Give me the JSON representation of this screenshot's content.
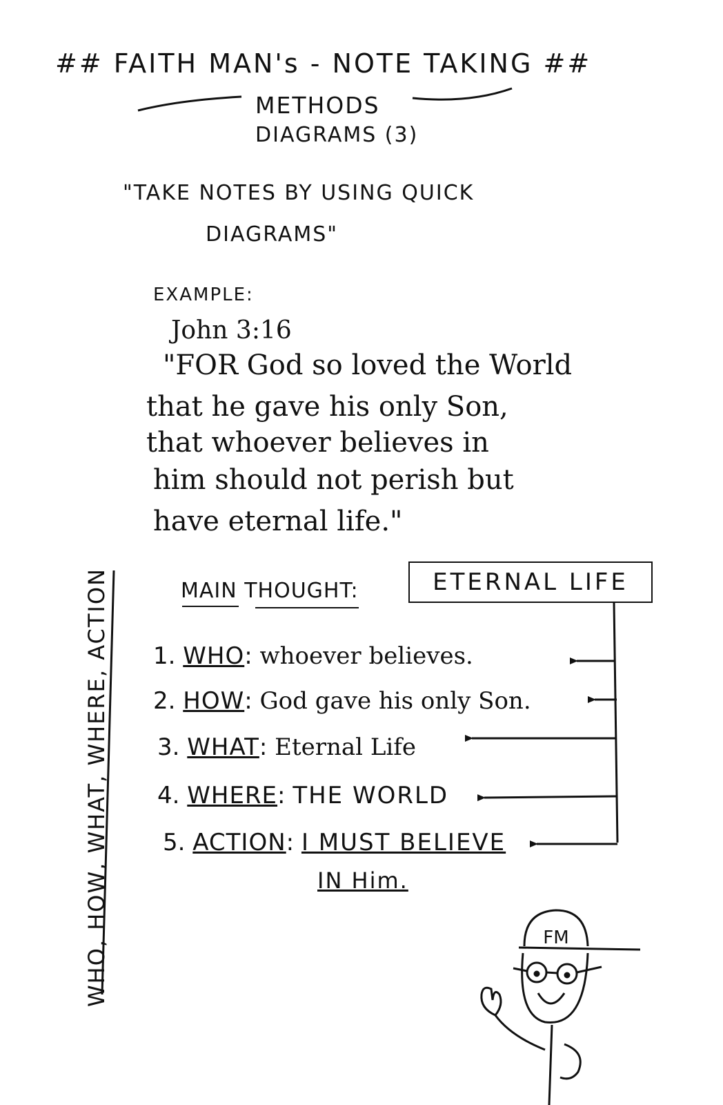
{
  "header": {
    "title": "## FAITH MAN's - NOTE TAKING ##",
    "subtitle": "METHODS",
    "section": "DIAGRAMS (3)"
  },
  "intro": {
    "quote_line1": "\"TAKE NOTES BY USING QUICK",
    "quote_line2": "DIAGRAMS\""
  },
  "example": {
    "label": "EXAMPLE:",
    "reference": "John 3:16",
    "verse_lines": [
      "\"FOR God so loved the World",
      "that he gave his only Son,",
      "that whoever believes in",
      "him should not perish but",
      "have eternal life.\""
    ]
  },
  "main_thought": {
    "label": "MAIN THOUGHT:",
    "value": "ETERNAL LIFE"
  },
  "side_label": "WHO, HOW, WHAT, WHERE, ACTION",
  "items": [
    {
      "num": "1.",
      "key": "WHO",
      "sep": ":",
      "answer": "whoever believes."
    },
    {
      "num": "2.",
      "key": "HOW",
      "sep": ":",
      "answer": "God gave his only Son."
    },
    {
      "num": "3.",
      "key": "WHAT",
      "sep": ":",
      "answer": "Eternal Life"
    },
    {
      "num": "4.",
      "key": "WHERE",
      "sep": ":",
      "answer": "THE WORLD"
    },
    {
      "num": "5.",
      "key": "ACTION",
      "sep": ":",
      "answer": "I MUST BELIEVE"
    }
  ],
  "item5_continued": "IN Him.",
  "character": {
    "cap_text": "FM"
  },
  "colors": {
    "ink": "#111111",
    "paper": "#ffffff"
  }
}
